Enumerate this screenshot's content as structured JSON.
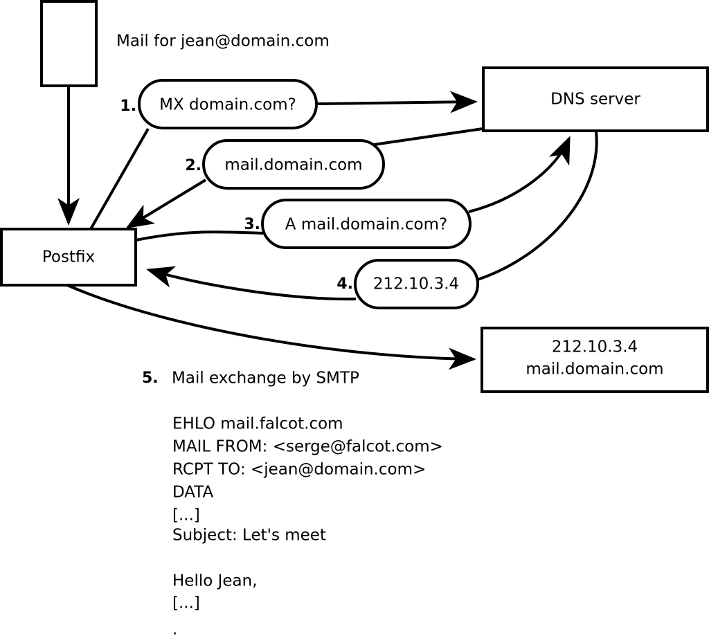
{
  "diagram": {
    "title_text": "Mail for jean@domain.com",
    "nodes": [
      {
        "id": "client",
        "label": ""
      },
      {
        "id": "postfix",
        "label": "Postfix"
      },
      {
        "id": "dns",
        "label": "DNS server"
      },
      {
        "id": "mailserver",
        "label_line1": "212.10.3.4",
        "label_line2": "mail.domain.com"
      }
    ],
    "steps": [
      {
        "number": "1.",
        "label": "MX domain.com?"
      },
      {
        "number": "2.",
        "label": "mail.domain.com"
      },
      {
        "number": "3.",
        "label": "A mail.domain.com?"
      },
      {
        "number": "4.",
        "label": "212.10.3.4"
      }
    ],
    "final_step": {
      "number": "5.",
      "label": "Mail exchange by SMTP"
    },
    "transcript": [
      "EHLO mail.falcot.com",
      "MAIL FROM: <serge@falcot.com>",
      "RCPT TO: <jean@domain.com>",
      "DATA",
      "[...]",
      "Subject: Let's meet",
      "",
      "Hello Jean,",
      "[...]",
      "",
      "."
    ],
    "colors": {
      "stroke": "#000000",
      "fill": "#ffffff",
      "text": "#000000"
    }
  }
}
